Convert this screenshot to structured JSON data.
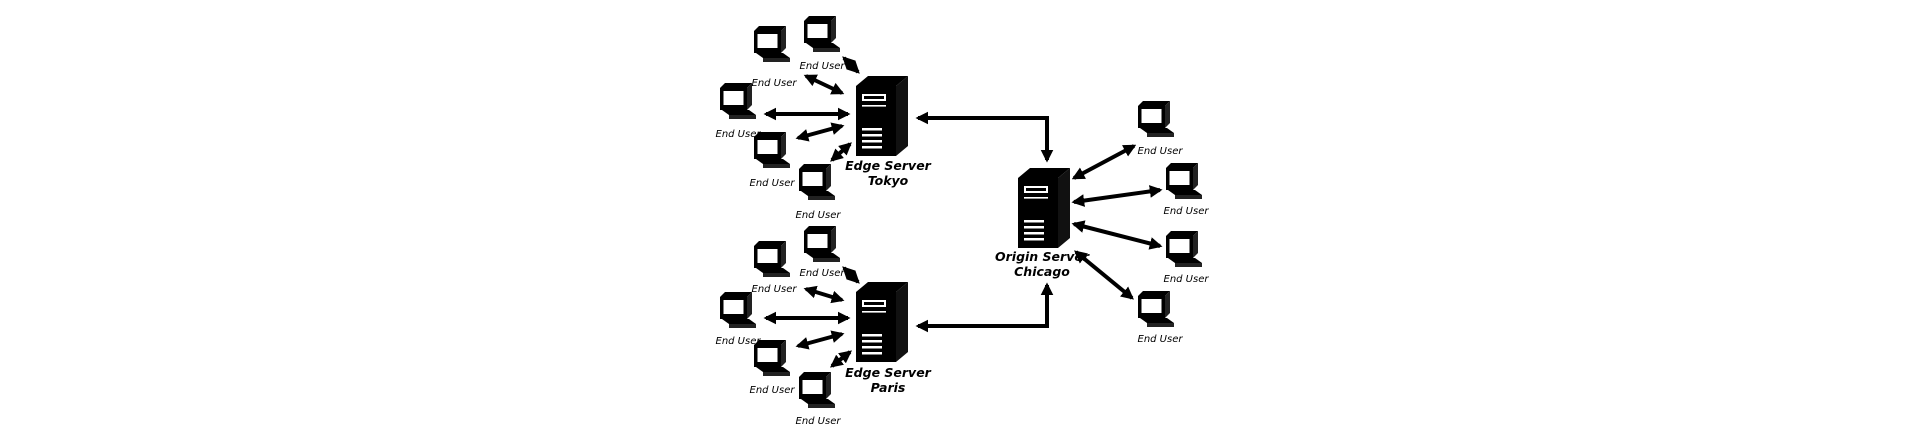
{
  "servers": {
    "tokyo": {
      "name": "Edge Server",
      "city": "Tokyo"
    },
    "paris": {
      "name": "Edge Server",
      "city": "Paris"
    },
    "chicago": {
      "name": "Origin Server",
      "city": "Chicago"
    }
  },
  "end_user_label": "End User",
  "colors": {
    "ink": "#000000",
    "background": "#ffffff"
  },
  "icons": [
    "server-tower-icon",
    "desktop-computer-icon",
    "double-arrow-icon"
  ]
}
